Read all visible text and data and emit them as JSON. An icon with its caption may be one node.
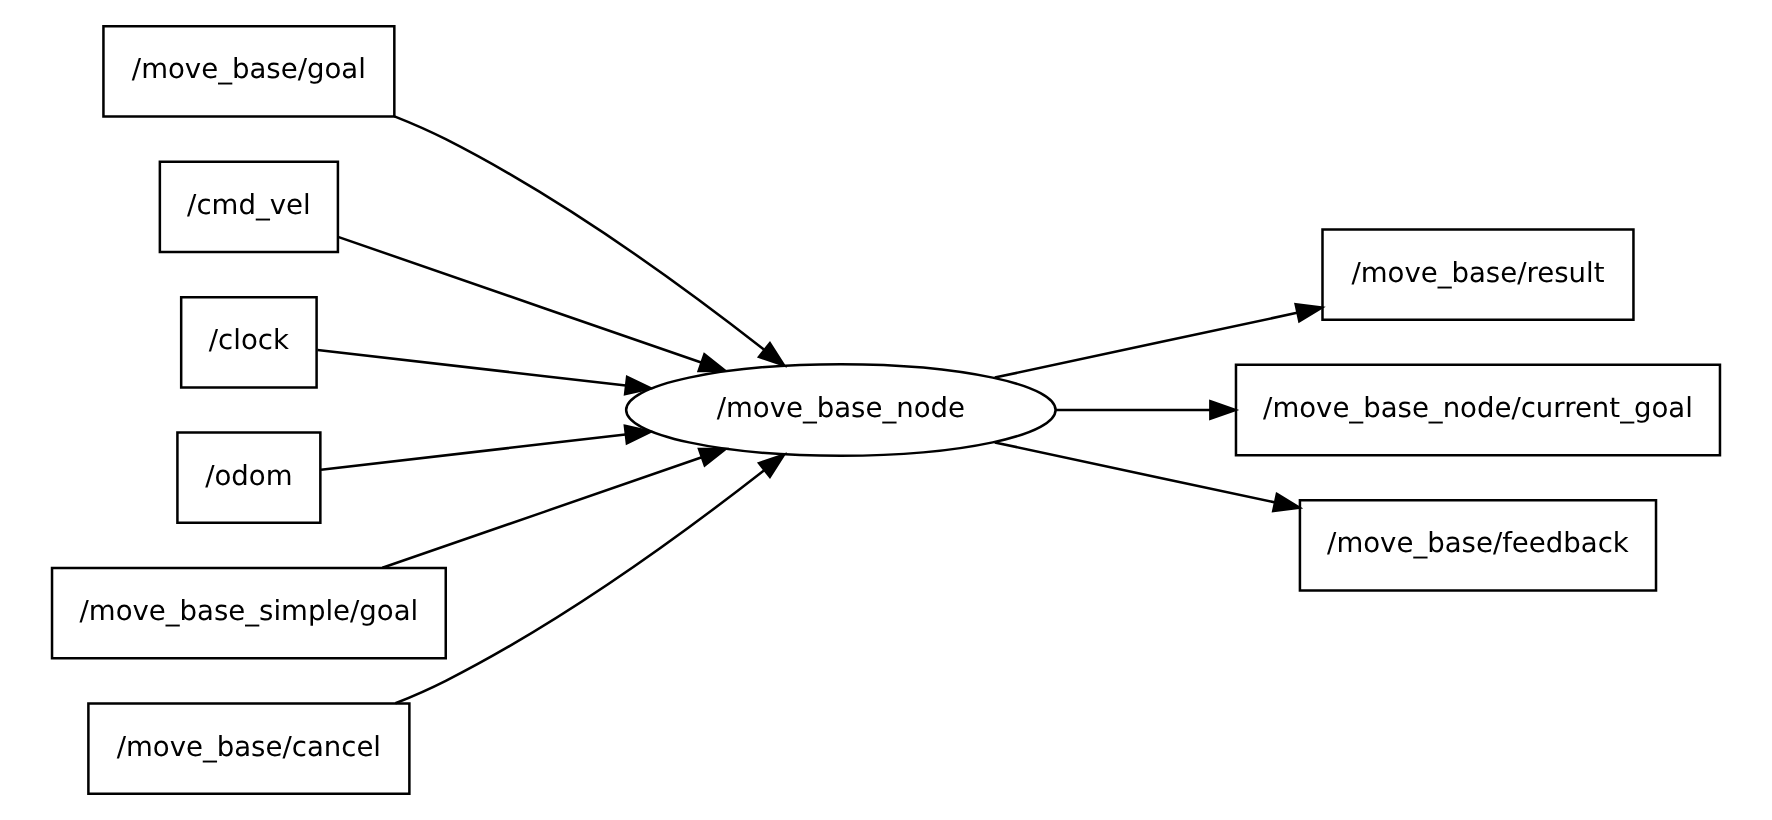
{
  "diagram": {
    "nodes": [
      {
        "text": [
          "/move_base/goal"
        ]
      },
      {
        "text": [
          "/cmd_vel"
        ]
      },
      {
        "text": [
          "/clock"
        ]
      },
      {
        "text": [
          "/odom"
        ]
      },
      {
        "text": [
          "/move_base_simple/goal"
        ]
      },
      {
        "text": [
          "/move_base/cancel"
        ]
      },
      {
        "text": [
          "/move_base_node"
        ]
      },
      {
        "text": [
          "/move_base/result"
        ]
      },
      {
        "text": [
          "/move_base_node/current_goal"
        ]
      },
      {
        "text": [
          "/move_base/feedback"
        ]
      }
    ],
    "edges": [
      {
        "from": 0,
        "to": 6,
        "arrow": "to"
      },
      {
        "from": 1,
        "to": 6,
        "arrow": "to"
      },
      {
        "from": 2,
        "to": 6,
        "arrow": "to"
      },
      {
        "from": 3,
        "to": 6,
        "arrow": "to"
      },
      {
        "from": 4,
        "to": 6,
        "arrow": "to"
      },
      {
        "from": 5,
        "to": 6,
        "arrow": "to"
      },
      {
        "from": 6,
        "to": 7,
        "arrow": "to"
      },
      {
        "from": 6,
        "to": 8,
        "arrow": "to"
      },
      {
        "from": 6,
        "to": 9,
        "arrow": "to"
      }
    ]
  }
}
